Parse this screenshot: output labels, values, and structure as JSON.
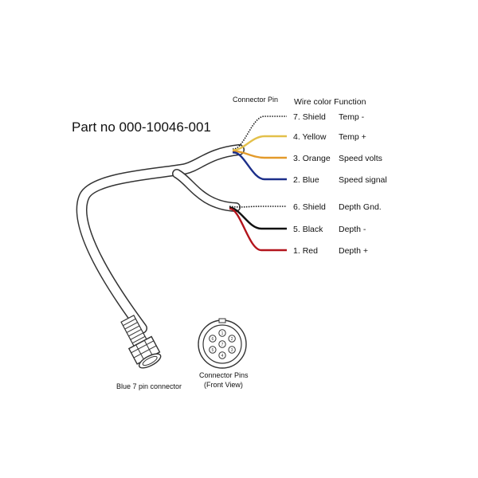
{
  "part_number": "Part no 000-10046-001",
  "headers": {
    "connector_pin": "Connector Pin",
    "wire_color_function": "Wire color  Function"
  },
  "wires": [
    {
      "pin": "7.",
      "color_name": "Shield",
      "function": "Temp -",
      "color": "#1a1a1a",
      "group": "upper",
      "style": "shield"
    },
    {
      "pin": "4.",
      "color_name": "Yellow",
      "function": "Temp +",
      "color": "#e3c04a",
      "group": "upper",
      "style": "solid"
    },
    {
      "pin": "3.",
      "color_name": "Orange",
      "function": "Speed volts",
      "color": "#e39a2a",
      "group": "upper",
      "style": "solid"
    },
    {
      "pin": "2.",
      "color_name": "Blue",
      "function": "Speed signal",
      "color": "#1c2f8a",
      "group": "upper",
      "style": "solid"
    },
    {
      "pin": "6.",
      "color_name": "Shield",
      "function": "Depth Gnd.",
      "color": "#1a1a1a",
      "group": "lower",
      "style": "shield"
    },
    {
      "pin": "5.",
      "color_name": "Black",
      "function": "Depth -",
      "color": "#111111",
      "group": "lower",
      "style": "solid"
    },
    {
      "pin": "1.",
      "color_name": "Red",
      "function": "Depth +",
      "color": "#b3141c",
      "group": "lower",
      "style": "solid"
    }
  ],
  "connector_caption": "Blue 7 pin connector",
  "pins_caption_line1": "Connector Pins",
  "pins_caption_line2": "(Front View)",
  "pin_numbers": [
    "1",
    "2",
    "3",
    "4",
    "5",
    "6",
    "7"
  ]
}
